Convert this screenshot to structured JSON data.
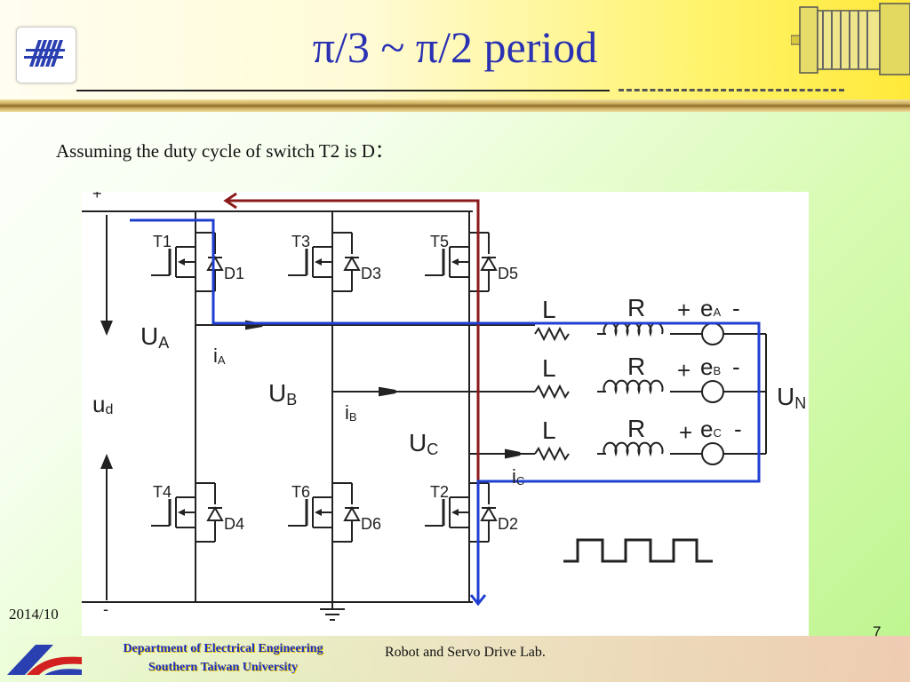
{
  "slide": {
    "title": "π/3 ~ π/2 period",
    "subtitle": "Assuming the duty cycle of  switch T2 is D：",
    "date": "2014/10",
    "page_number": "7",
    "footer": {
      "department": "Department of Electrical Engineering",
      "university": "Southern Taiwan University",
      "lab": "Robot and Servo Drive Lab."
    }
  },
  "diagram": {
    "dc_plus": "+",
    "dc_minus": "-",
    "dc_voltage_main": "u",
    "dc_voltage_sub": "d",
    "switches": [
      {
        "name": "T1",
        "diode": "D1"
      },
      {
        "name": "T3",
        "diode": "D3"
      },
      {
        "name": "T5",
        "diode": "D5"
      },
      {
        "name": "T4",
        "diode": "D4"
      },
      {
        "name": "T6",
        "diode": "D6"
      },
      {
        "name": "T2",
        "diode": "D2"
      }
    ],
    "phase_voltages": [
      {
        "main": "U",
        "sub": "A"
      },
      {
        "main": "U",
        "sub": "B"
      },
      {
        "main": "U",
        "sub": "C"
      }
    ],
    "currents": [
      {
        "main": "i",
        "sub": "A"
      },
      {
        "main": "i",
        "sub": "B"
      },
      {
        "main": "i",
        "sub": "C"
      }
    ],
    "loads": [
      {
        "L": "L",
        "R": "R",
        "plus": "+",
        "emf": "e",
        "emf_sub": "A",
        "minus": "-"
      },
      {
        "L": "L",
        "R": "R",
        "plus": "+",
        "emf": "e",
        "emf_sub": "B",
        "minus": "-"
      },
      {
        "L": "L",
        "R": "R",
        "plus": "+",
        "emf": "e",
        "emf_sub": "C",
        "minus": "-"
      }
    ],
    "neutral_main": "U",
    "neutral_sub": "N",
    "colors": {
      "wire": "#222222",
      "current_path_blue": "#1f3fd0",
      "current_path_red": "#8b1a1a"
    }
  }
}
